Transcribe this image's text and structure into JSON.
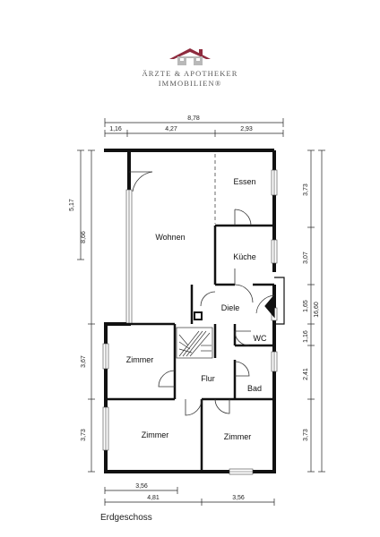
{
  "logo": {
    "line1": "ÄRZTE & APOTHEKER",
    "line2": "IMMOBILIEN®",
    "roof_color": "#8e2b3e"
  },
  "rooms": {
    "essen": "Essen",
    "wohnen": "Wohnen",
    "kueche": "Küche",
    "diele": "Diele",
    "wc": "WC",
    "zimmer1": "Zimmer",
    "flur": "Flur",
    "bad": "Bad",
    "zimmer2": "Zimmer",
    "zimmer3": "Zimmer"
  },
  "dimensions": {
    "top_total": "8,78",
    "top_a": "1,16",
    "top_b": "4,27",
    "top_c": "2,93",
    "left_a": "5,17",
    "left_total": "8,66",
    "left_b": "3,67",
    "left_c": "3,73",
    "right_a": "3,73",
    "right_b": "3,07",
    "right_c": "1,65",
    "right_d": "1,16",
    "right_e": "2,41",
    "right_f": "3,73",
    "right_total": "16,60",
    "bottom_a": "3,56",
    "bottom_b": "4,81",
    "bottom_c": "3,56"
  },
  "caption": "Erdgeschoss"
}
